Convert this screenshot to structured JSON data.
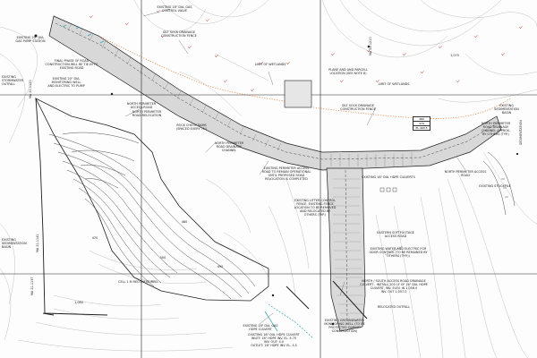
{
  "labels": {
    "north_perimeter_access_road": "NORTH PERIMETER\nACCESS ROAD",
    "north_perimeter_drainage": "NORTH PERIMETER\nROAD DRAINAGE\nCHANNEL",
    "cell_label": "CELL 1 M RECONFIGURED",
    "limit_of_wetlands": "LIMIT OF WETLANDS",
    "limit_of_wetlands_2": "LIMIT OF WETLANDS",
    "silt_fence": "SILT SOCK DRAINAGE\nCONSTRUCTION FENCE",
    "silt_fence_2": "SILT SOCK DRAINAGE\nCONSTRUCTION FENCE",
    "control_valve": "EXISTING 18\" DIA. GAS\nCONTROL VALVE",
    "gas_pump_station": "EXISTING 20\" DIA.\nGAS PUMP STATION",
    "final_phase_road": "FINAL PHASE OF ROAD\nCONSTRUCTION WILL BE TIE-IN TO\nEXISTING ROAD",
    "monitoring_well": "EXISTING 20\" DIA.\nMONITORING WELL\nAND ELECTRIC TO PUMP",
    "existing_access": "EXISTING PERIMETER ACCESS\nROAD TO REMAIN OPERATIONAL\nUNTIL PROPOSED ROAD\nRELOCATION IS COMPLETED",
    "plan_and_parcel": "PLANE AND AND PARCELL\nLOCATION (SEE NOTE 8)",
    "rock_check_dams": "ROCK CHECK DAMS\n(SPACED EVERY 75')",
    "litter_control": "EXISTING LITTER CONTROL\nFENCE. EXISTING FENCE\nLOCATION TO BE REMOVED\nAND RELOCATED BY\nOTHERS (TYP.)",
    "sediment_basin": "EXISTING\nSEDIMENTATION\nBASIN",
    "access_road_e": "NORTH PERIMETER ACCESS\nROAD",
    "stockpile": "EXISTING STOCKPILE",
    "drainage_channel_e": "NORTH PERIMETER\nROAD DRAINAGE\nCHANNEL APPROX.\nBY OTHERS (TYP.)",
    "south_access_road": "EASTERN SOFTFOOTAGE\nACCESS ROAD",
    "water_electric": "EXISTING WATER AND ELECTRIC FOR\nODOR CONTROL (TO BE REMAINED BY\nOTHERS (TYP.))",
    "culvert_north": "NORTH / SOUTH ACCESS ROAD DRAINAGE\nCULVERT - INSTALL 200 LF OF 24\" DIA. HDPE\nCULVERT, INV. ELEV. IN 1,058.0\nINV. OUT 1,057.0",
    "relocated_outfall": "RELOCATED OUTFALL",
    "gas_culvert_a": "EXISTING 18\" DIA. GAS\nHDPE CULVERT",
    "gas_culvert_b": "EXISTING 18\" DIA. HDPE CULVERT\nINLET: 18\" HDPE INV. EL. 4.75\nINV. OUT: 4.0\nOUTLET: 18\" HDPE INV. EL. 4.5",
    "groundwater_well": "EXISTING GROUNDWATER\nMONITORING WELL (TO BE\nPROTECTED DURING\nCONSTRUCTION)",
    "basin_small": "EXISTING\nSEDIMENTATION\nBASIN",
    "dia_culverts": "EXISTING 18\" DIA. HDPE CULVERTS",
    "road_reloc_note": "NORTH PERIMETER\nROAD RELOCATION",
    "existing_outfall_w": "EXISTING STORMWATER\nOUTFALL"
  },
  "vertical_labels": {
    "ma_west_top": "MA 21-1120",
    "ma_north": "MA 21-1210",
    "ma_west_mid": "MA 21-1141",
    "ma_west_bot": "MA 21-1137",
    "sediment_side": "SEDIMENTATION"
  },
  "annotation_box": {
    "rows": [
      "480",
      "470",
      "EL.460.5"
    ]
  },
  "contour_labels": [
    "470",
    "480",
    "490",
    "500",
    "1,075",
    "1,080"
  ],
  "colors": {
    "contour": "#8a8a8a",
    "heavy": "#1e1e1e",
    "road_fill": "#d4d4d4",
    "wetland": "#e8894a",
    "cyan_marker": "#3aa6b8",
    "grid": "#222222"
  }
}
